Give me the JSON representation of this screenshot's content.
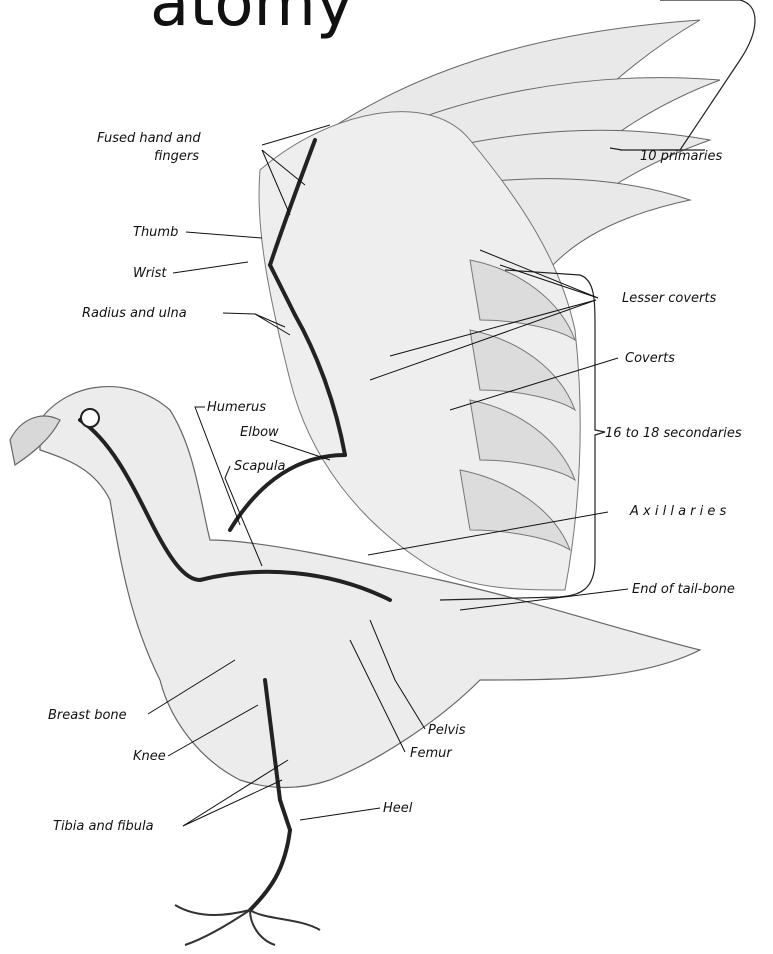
{
  "title": "atomy",
  "labels": {
    "fused_hand": "Fused hand and",
    "fused_hand_2": "fingers",
    "primaries": "10 primaries",
    "thumb": "Thumb",
    "wrist": "Wrist",
    "lesser_coverts": "Lesser coverts",
    "radius_ulna": "Radius and ulna",
    "coverts": "Coverts",
    "humerus": "Humerus",
    "elbow": "Elbow",
    "secondaries": "16 to 18 secondaries",
    "scapula": "Scapula",
    "axillaries": "A x i l l a r i e s",
    "tail_bone": "End of tail-bone",
    "breast_bone": "Breast bone",
    "pelvis": "Pelvis",
    "knee": "Knee",
    "femur": "Femur",
    "heel": "Heel",
    "tibia_fibula": "Tibia and fibula"
  }
}
